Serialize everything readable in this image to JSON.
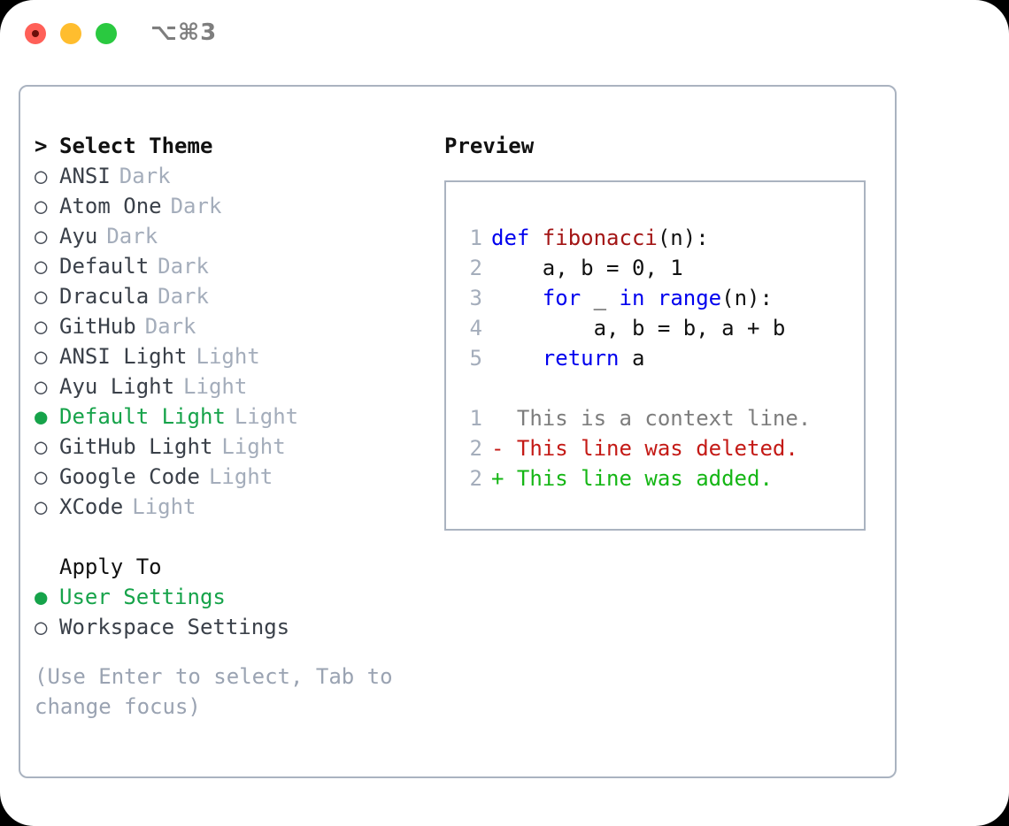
{
  "titlebar": {
    "shortcut": "⌥⌘3",
    "buttons": [
      {
        "name": "close",
        "color": "#ff6058"
      },
      {
        "name": "minimize",
        "color": "#ffbd2e"
      },
      {
        "name": "maximize",
        "color": "#2ac940"
      }
    ]
  },
  "theme_section": {
    "header_marker": ">",
    "header_label": "Select Theme",
    "items": [
      {
        "marker": "○",
        "label": "ANSI",
        "variant": "Dark",
        "selected": false
      },
      {
        "marker": "○",
        "label": "Atom One",
        "variant": "Dark",
        "selected": false
      },
      {
        "marker": "○",
        "label": "Ayu",
        "variant": "Dark",
        "selected": false
      },
      {
        "marker": "○",
        "label": "Default",
        "variant": "Dark",
        "selected": false
      },
      {
        "marker": "○",
        "label": "Dracula",
        "variant": "Dark",
        "selected": false
      },
      {
        "marker": "○",
        "label": "GitHub",
        "variant": "Dark",
        "selected": false
      },
      {
        "marker": "○",
        "label": "ANSI Light",
        "variant": "Light",
        "selected": false
      },
      {
        "marker": "○",
        "label": "Ayu Light",
        "variant": "Light",
        "selected": false
      },
      {
        "marker": "●",
        "label": "Default Light",
        "variant": "Light",
        "selected": true
      },
      {
        "marker": "○",
        "label": "GitHub Light",
        "variant": "Light",
        "selected": false
      },
      {
        "marker": "○",
        "label": "Google Code",
        "variant": "Light",
        "selected": false
      },
      {
        "marker": "○",
        "label": "XCode",
        "variant": "Light",
        "selected": false
      }
    ]
  },
  "apply_to_section": {
    "header_label": "Apply To",
    "items": [
      {
        "marker": "●",
        "label": "User Settings",
        "selected": true
      },
      {
        "marker": "○",
        "label": "Workspace Settings",
        "selected": false
      }
    ]
  },
  "hint": "(Use Enter to select, Tab to\nchange focus)",
  "preview": {
    "title": "Preview",
    "code_lines": [
      {
        "num": "1",
        "tokens": [
          {
            "text": "def ",
            "type": "kw"
          },
          {
            "text": "fibonacci",
            "type": "fn"
          },
          {
            "text": "(n):",
            "type": "plain"
          }
        ]
      },
      {
        "num": "2",
        "tokens": [
          {
            "text": "    a, b = 0, 1",
            "type": "plain"
          }
        ]
      },
      {
        "num": "3",
        "tokens": [
          {
            "text": "    ",
            "type": "plain"
          },
          {
            "text": "for",
            "type": "kw"
          },
          {
            "text": " _ ",
            "type": "plain"
          },
          {
            "text": "in",
            "type": "kw"
          },
          {
            "text": " ",
            "type": "plain"
          },
          {
            "text": "range",
            "type": "kw"
          },
          {
            "text": "(n):",
            "type": "plain"
          }
        ]
      },
      {
        "num": "4",
        "tokens": [
          {
            "text": "        a, b = b, a + b",
            "type": "plain"
          }
        ]
      },
      {
        "num": "5",
        "tokens": [
          {
            "text": "    ",
            "type": "plain"
          },
          {
            "text": "return",
            "type": "kw"
          },
          {
            "text": " a",
            "type": "plain"
          }
        ]
      }
    ],
    "diff_lines": [
      {
        "num": "1",
        "sign": " ",
        "text": " This is a context line.",
        "type": "context"
      },
      {
        "num": "2",
        "sign": "-",
        "text": " This line was deleted.",
        "type": "deleted"
      },
      {
        "num": "2",
        "sign": "+",
        "text": " This line was added.",
        "type": "added"
      }
    ]
  },
  "colors": {
    "accent_green": "#16a34a",
    "muted": "#a4adbb",
    "border": "#aab3c0",
    "keyword": "#0000ee",
    "function": "#a31515",
    "diff_deleted": "#c41a16",
    "diff_added": "#15b615",
    "diff_context": "#7d7d7d"
  }
}
